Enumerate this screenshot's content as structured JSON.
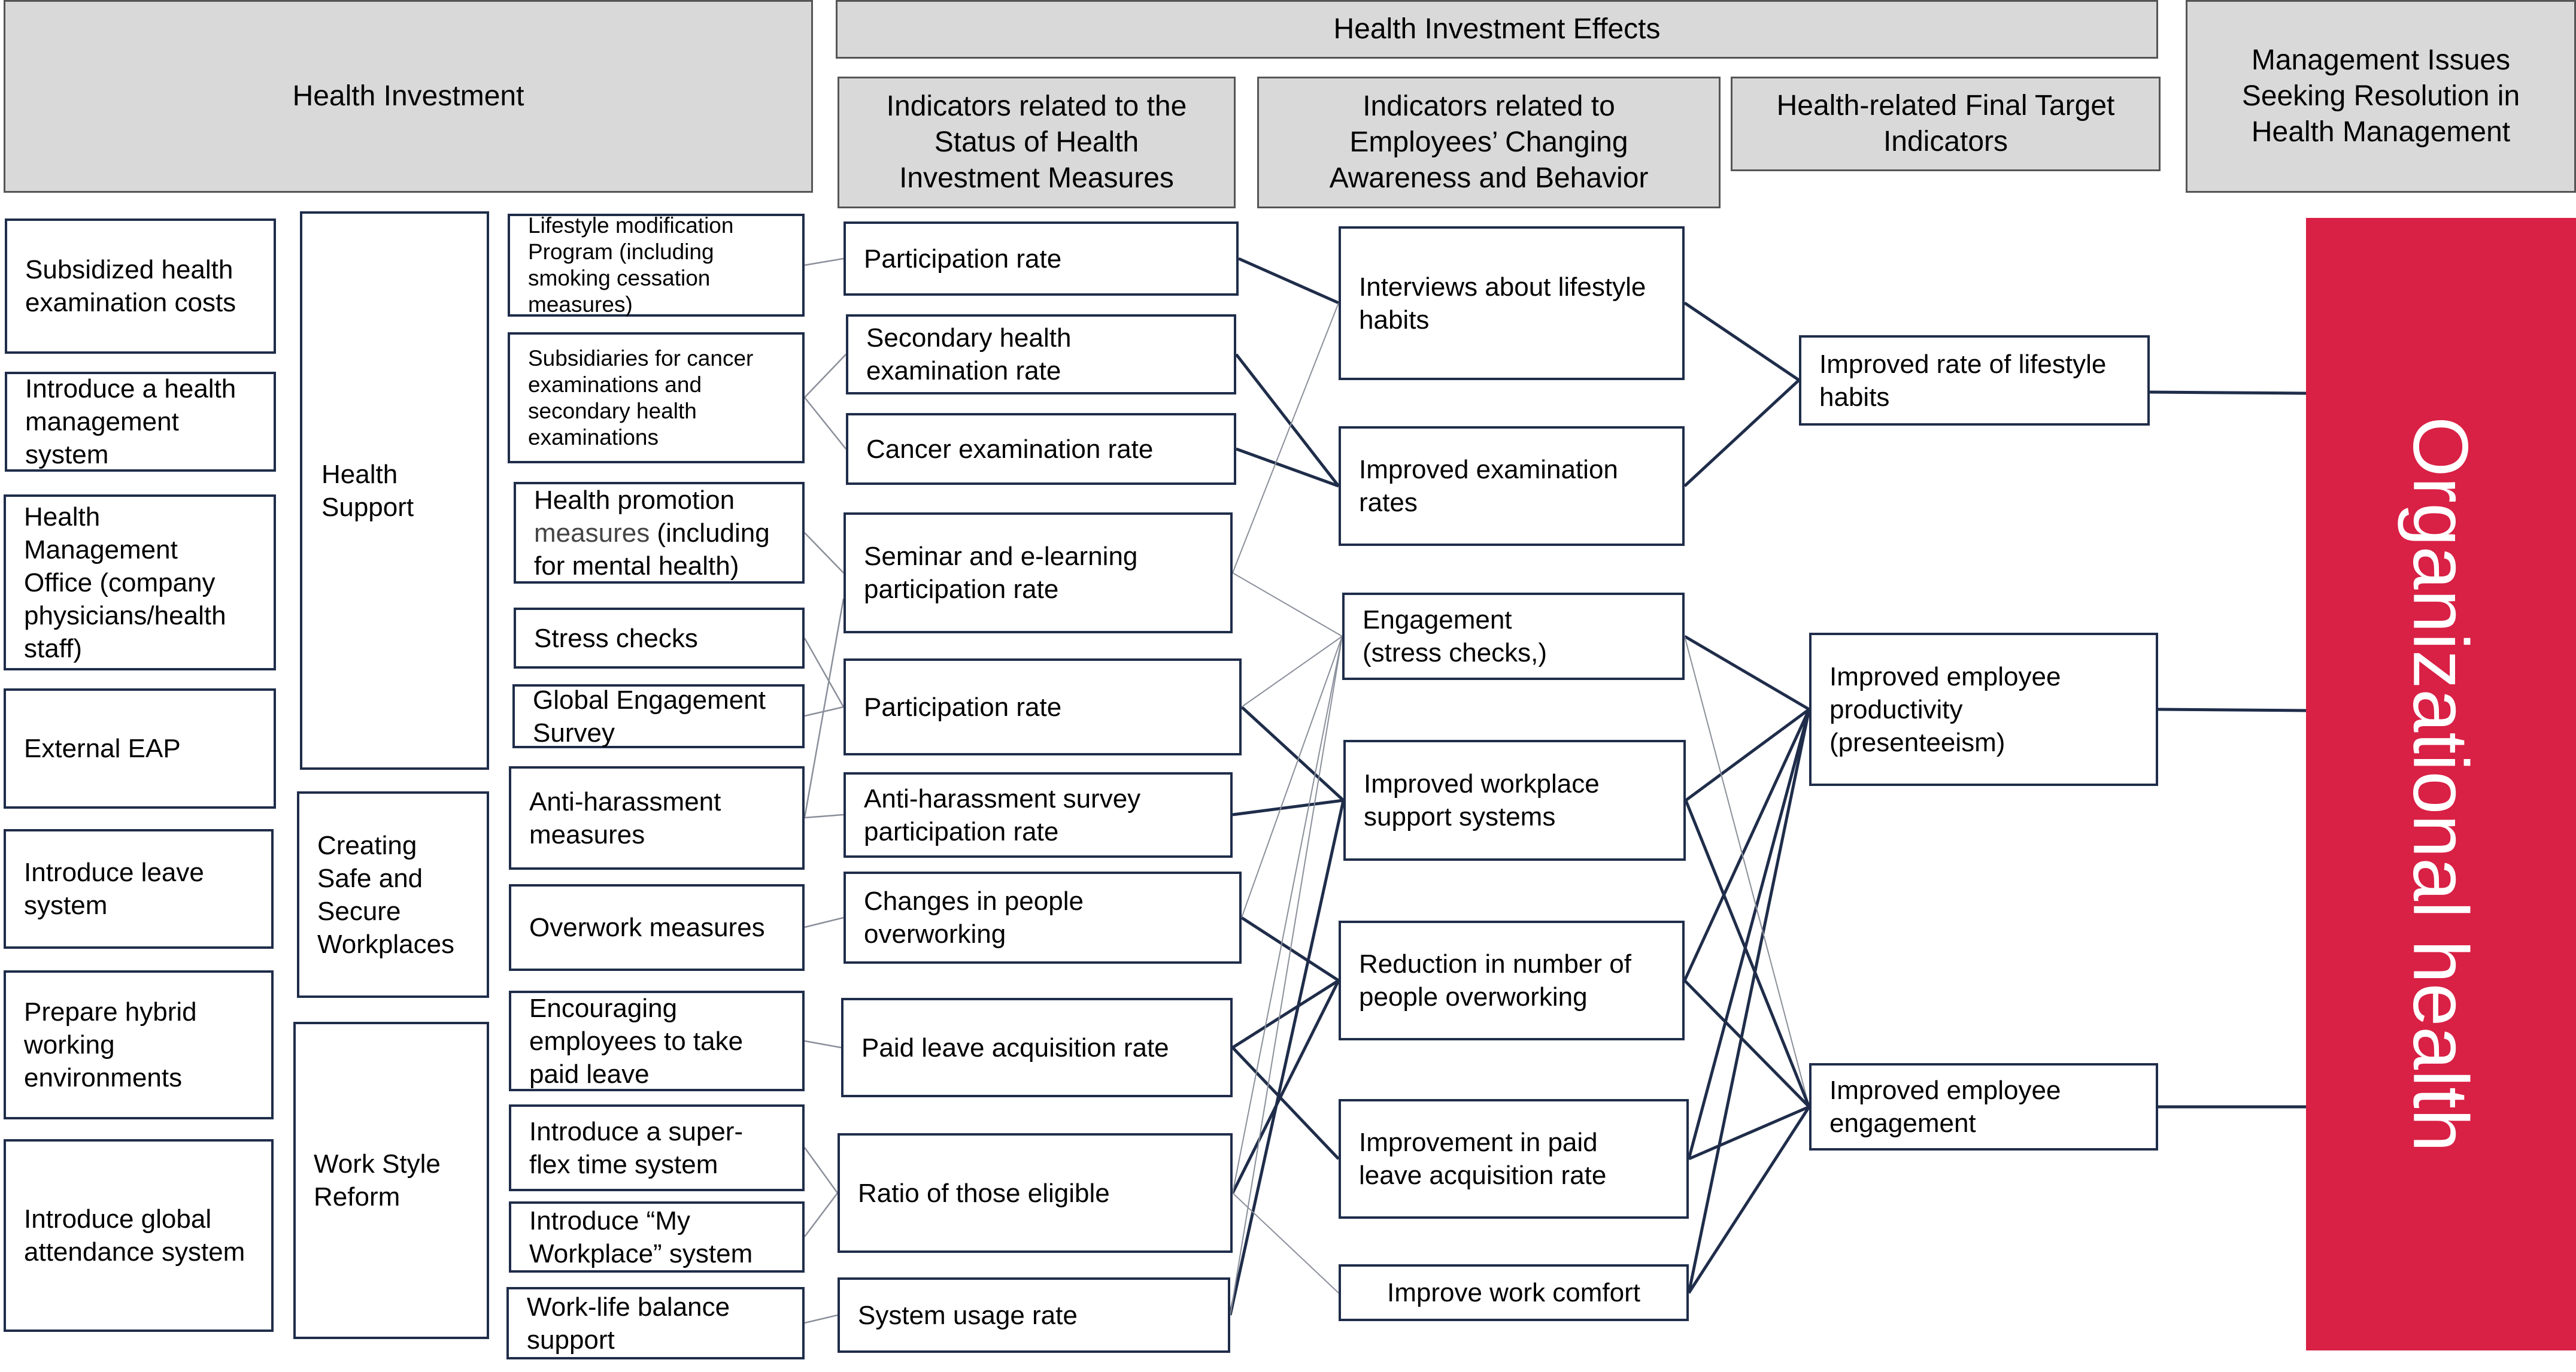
{
  "headers": {
    "health_investment": "Health Investment",
    "effects": "Health Investment Effects",
    "status_indicators": [
      "Indicators related to the",
      "Status of Health",
      "Investment Measures"
    ],
    "awareness_indicators": [
      "Indicators related to",
      "Employees’ Changing",
      "Awareness and Behavior"
    ],
    "final_indicators": [
      "Health-related Final Target",
      "Indicators"
    ],
    "management_issues": [
      "Management Issues",
      "Seeking Resolution in",
      "Health Management"
    ]
  },
  "programs": [
    [
      "Subsidized health",
      "examination costs"
    ],
    [
      "Introduce a health",
      "management",
      "system"
    ],
    [
      "Health",
      "Management",
      "Office  (company",
      "physicians/health",
      "staff)"
    ],
    [
      "External EAP"
    ],
    [
      "Introduce leave",
      "system"
    ],
    [
      "Prepare hybrid",
      "working",
      "environments"
    ],
    [
      "Introduce global",
      "attendance system"
    ]
  ],
  "categories": [
    [
      "Health",
      "Support"
    ],
    [
      "Creating",
      "Safe and",
      "Secure",
      "Workplaces"
    ],
    [
      "Work Style",
      "Reform"
    ]
  ],
  "measures": [
    [
      "Lifestyle modification",
      "Program (including",
      "smoking cessation",
      "measures)"
    ],
    [
      "Subsidiaries for cancer",
      "examinations and",
      "secondary health",
      "examinations"
    ],
    [
      "Health promotion",
      "measures",
      " (including",
      "for mental health)"
    ],
    [
      "Stress checks"
    ],
    [
      "Global Engagement",
      "Survey"
    ],
    [
      "Anti-harassment",
      "measures"
    ],
    [
      "Overwork measures"
    ],
    [
      "Encouraging",
      "employees to take",
      "paid leave"
    ],
    [
      "Introduce a super-",
      "flex time system"
    ],
    [
      "Introduce  “My",
      "Workplace” system"
    ],
    [
      "Work-life balance",
      "support"
    ]
  ],
  "status": [
    [
      "Participation rate"
    ],
    [
      "Secondary health",
      "examination rate"
    ],
    [
      "Cancer examination rate"
    ],
    [
      "Seminar and e-learning",
      "participation rate"
    ],
    [
      "Participation rate"
    ],
    [
      "Anti-harassment survey",
      "participation rate"
    ],
    [
      "Changes in people",
      "overworking"
    ],
    [
      "Paid leave acquisition rate"
    ],
    [
      "Ratio of those eligible"
    ],
    [
      "System usage rate"
    ]
  ],
  "awareness": [
    [
      "Interviews about lifestyle",
      "habits"
    ],
    [
      "Improved examination",
      "rates"
    ],
    [
      "Engagement",
      " (stress checks,)"
    ],
    [
      "Improved workplace",
      "support systems"
    ],
    [
      "Reduction in number of",
      "people overworking"
    ],
    [
      "Improvement in paid",
      "leave acquisition rate"
    ],
    [
      "Improve work comfort"
    ]
  ],
  "final": [
    [
      "Improved rate of lifestyle",
      "habits"
    ],
    [
      "Improved employee",
      "productivity",
      "(presenteeism)"
    ],
    [
      "Improved employee",
      "engagement"
    ]
  ],
  "goal": "Organizational health",
  "colors": {
    "goal_bg": "#d92045",
    "box_border": "#1f2d4a",
    "header_bg": "#d9d9d9",
    "link": "#1f2d4a",
    "link_thin": "#8a8f9a"
  }
}
